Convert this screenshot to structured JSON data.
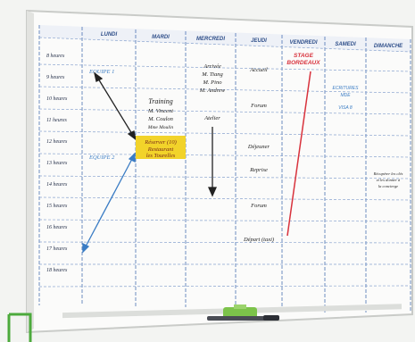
{
  "headers": [
    "LUNDI",
    "MARDI",
    "MERCREDI",
    "JEUDI",
    "VENDREDI",
    "SAMEDI",
    "DIMANCHE"
  ],
  "hours": [
    "8 heures",
    "9 heures",
    "10 heures",
    "11 heures",
    "12 heures",
    "13 heures",
    "14 heures",
    "15 heures",
    "16 heures",
    "17 heures",
    "18 heures"
  ],
  "lundi": {
    "equipe1": "EQUIPE 1",
    "equipe2": "EQUIPE 2"
  },
  "mardi": {
    "training": "Training",
    "lines": [
      "M. Vincent",
      "M. Coulon",
      "Mme Moulin"
    ],
    "box_line1": "Réserver (10)",
    "box_line2": "Restaurant",
    "box_line3": "les Tourelles"
  },
  "mercredi": {
    "arrivee": "Arrivée",
    "lines": [
      "M. Tiang",
      "M. Pino",
      "M. Andrew"
    ],
    "atelier": "Atelier"
  },
  "jeudi": {
    "accueil": "Accueil",
    "forum": "Forum",
    "dejeuner": "Déjeuner",
    "reprise": "Reprise",
    "forum2": "Forum",
    "depart": "Départ (taxi)"
  },
  "vendredi": {
    "stage1": "STAGE",
    "stage2": "BORDEAUX"
  },
  "samedi": {
    "line1": "ECRITURES",
    "line2": "MDE",
    "line3": "VISA 8"
  },
  "dimanche": {
    "line1": "Récupérer les clés",
    "line2": "et les donner à",
    "line3": "la concierge"
  },
  "colors": {
    "grid": "#5b7fb8",
    "ink": "#222222",
    "blue_ink": "#3a7cc4",
    "red_ink": "#d8323c",
    "highlight": "#f2d32a"
  }
}
